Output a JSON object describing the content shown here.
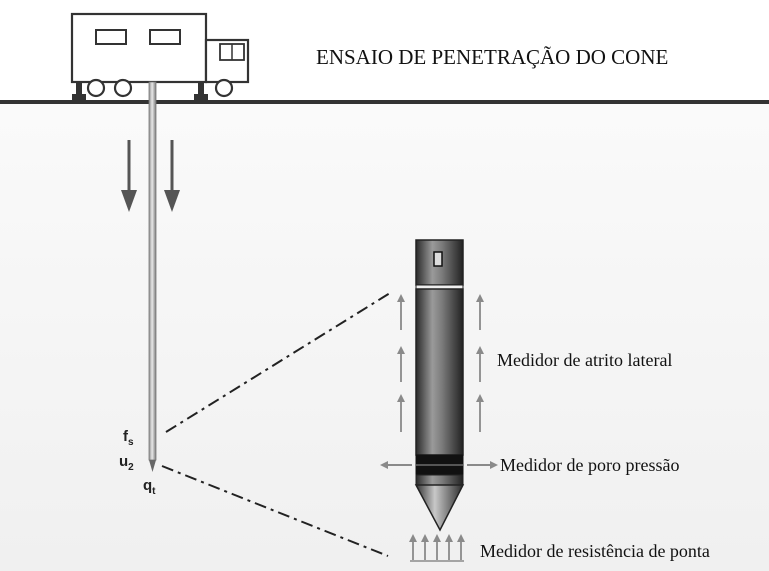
{
  "title": "ENSAIO DE PENETRAÇÃO DO CONE",
  "labels": {
    "sleeve_friction": "Medidor de atrito lateral",
    "pore_pressure": "Medidor de poro pressão",
    "tip_resistance": "Medidor de resistência de ponta"
  },
  "symbols": {
    "fs": {
      "main": "f",
      "sub": "s"
    },
    "u2": {
      "main": "u",
      "sub": "2"
    },
    "qt": {
      "main": "q",
      "sub": "t"
    }
  },
  "colors": {
    "ground": "#333333",
    "soil": "#f3f3f3",
    "rod": "#bdbdbd",
    "cone_dark": "#3a3a3a",
    "arrow": "#8a8a8a",
    "down_arrow": "#555555"
  }
}
